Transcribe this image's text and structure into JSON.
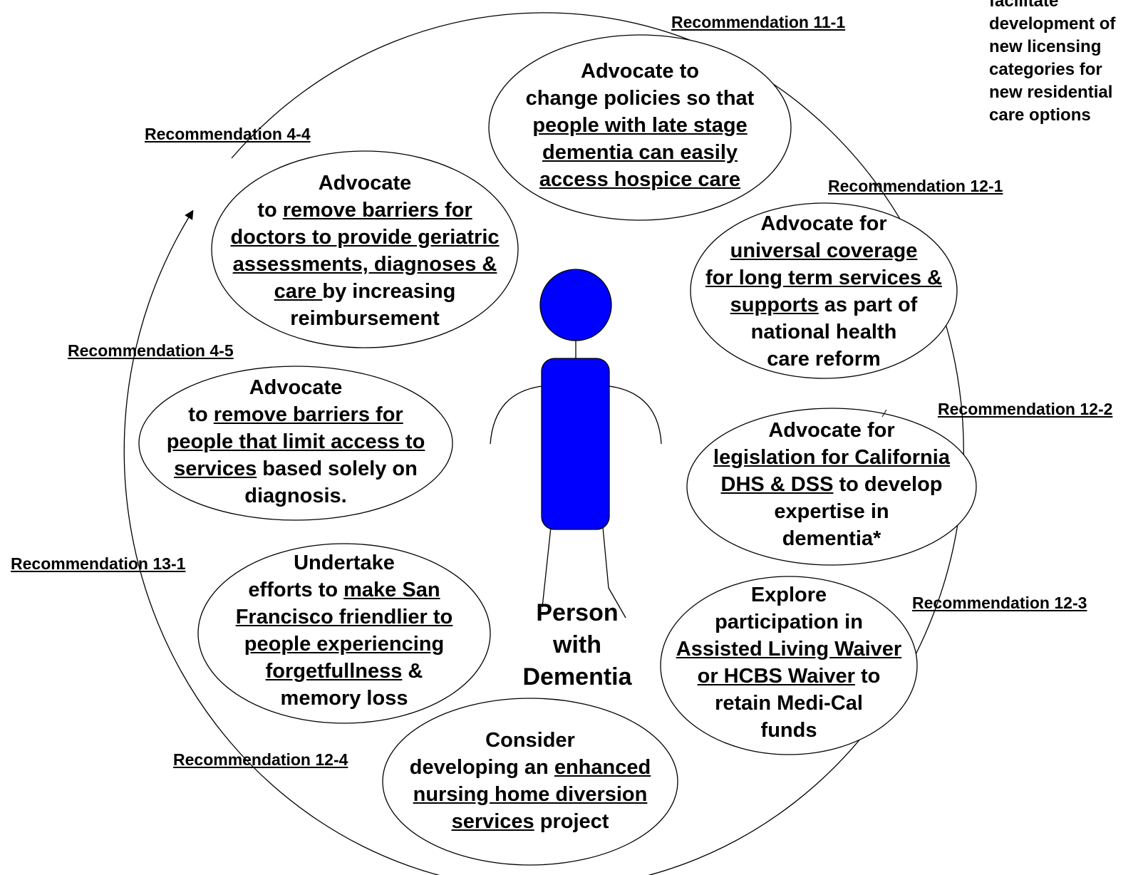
{
  "center": {
    "label_lines": [
      "Person",
      "with",
      "Dementia"
    ],
    "figure_color": "#0000ff"
  },
  "side_note": {
    "lines": [
      "facilitate",
      "development of",
      "new licensing",
      "categories for",
      "new residential",
      "care options"
    ]
  },
  "recommendations": [
    {
      "id": "rec-11-1",
      "label": "Recommendation 11-1"
    },
    {
      "id": "rec-4-4",
      "label": "Recommendation 4-4"
    },
    {
      "id": "rec-12-1",
      "label": "Recommendation 12-1"
    },
    {
      "id": "rec-4-5",
      "label": "Recommendation 4-5"
    },
    {
      "id": "rec-12-2",
      "label": "Recommendation 12-2"
    },
    {
      "id": "rec-13-1",
      "label": "Recommendation 13-1"
    },
    {
      "id": "rec-12-3",
      "label": "Recommendation 12-3"
    },
    {
      "id": "rec-12-4",
      "label": "Recommendation 12-4"
    }
  ],
  "bubbles": [
    {
      "id": "hospice",
      "lines": [
        [
          {
            "t": "Advocate to",
            "u": false
          }
        ],
        [
          {
            "t": "change policies so that",
            "u": false
          }
        ],
        [
          {
            "t": "people with late stage",
            "u": true
          }
        ],
        [
          {
            "t": "dementia can easily",
            "u": true
          }
        ],
        [
          {
            "t": "access hospice care",
            "u": true
          }
        ]
      ]
    },
    {
      "id": "doctors",
      "lines": [
        [
          {
            "t": "Advocate",
            "u": false
          }
        ],
        [
          {
            "t": "to ",
            "u": false
          },
          {
            "t": "remove barriers for",
            "u": true
          }
        ],
        [
          {
            "t": "doctors to provide geriatric",
            "u": true
          }
        ],
        [
          {
            "t": "assessments, diagnoses &",
            "u": true
          }
        ],
        [
          {
            "t": "care ",
            "u": true
          },
          {
            "t": "by increasing",
            "u": false
          }
        ],
        [
          {
            "t": "reimbursement",
            "u": false
          }
        ]
      ]
    },
    {
      "id": "coverage",
      "lines": [
        [
          {
            "t": "Advocate for",
            "u": false
          }
        ],
        [
          {
            "t": "universal coverage",
            "u": true
          }
        ],
        [
          {
            "t": "for long term services &",
            "u": true
          }
        ],
        [
          {
            "t": "supports",
            "u": true
          },
          {
            "t": " as part of",
            "u": false
          }
        ],
        [
          {
            "t": "national health",
            "u": false
          }
        ],
        [
          {
            "t": "care reform",
            "u": false
          }
        ]
      ]
    },
    {
      "id": "access",
      "lines": [
        [
          {
            "t": "Advocate",
            "u": false
          }
        ],
        [
          {
            "t": "to ",
            "u": false
          },
          {
            "t": "remove barriers for",
            "u": true
          }
        ],
        [
          {
            "t": "people that limit access to",
            "u": true
          }
        ],
        [
          {
            "t": "services",
            "u": true
          },
          {
            "t": " based solely on",
            "u": false
          }
        ],
        [
          {
            "t": "diagnosis.",
            "u": false
          }
        ]
      ]
    },
    {
      "id": "legislation",
      "lines": [
        [
          {
            "t": "Advocate for",
            "u": false
          }
        ],
        [
          {
            "t": "legislation for California",
            "u": true
          }
        ],
        [
          {
            "t": "DHS & DSS",
            "u": true
          },
          {
            "t": " to develop",
            "u": false
          }
        ],
        [
          {
            "t": "expertise in",
            "u": false
          }
        ],
        [
          {
            "t": "dementia*",
            "u": false
          }
        ]
      ]
    },
    {
      "id": "friendlier",
      "lines": [
        [
          {
            "t": "Undertake",
            "u": false
          }
        ],
        [
          {
            "t": "efforts to ",
            "u": false
          },
          {
            "t": "make San",
            "u": true
          }
        ],
        [
          {
            "t": "Francisco friendlier to",
            "u": true
          }
        ],
        [
          {
            "t": "people experiencing",
            "u": true
          }
        ],
        [
          {
            "t": "forgetfullness",
            "u": true
          },
          {
            "t": " &",
            "u": false
          }
        ],
        [
          {
            "t": "memory loss",
            "u": false
          }
        ]
      ]
    },
    {
      "id": "waiver",
      "lines": [
        [
          {
            "t": "Explore",
            "u": false
          }
        ],
        [
          {
            "t": "participation in",
            "u": false
          }
        ],
        [
          {
            "t": "Assisted Living Waiver",
            "u": true
          }
        ],
        [
          {
            "t": "or HCBS Waiver",
            "u": true
          },
          {
            "t": " to",
            "u": false
          }
        ],
        [
          {
            "t": "retain Medi-Cal",
            "u": false
          }
        ],
        [
          {
            "t": "funds",
            "u": false
          }
        ]
      ]
    },
    {
      "id": "diversion",
      "lines": [
        [
          {
            "t": "Consider",
            "u": false
          }
        ],
        [
          {
            "t": "developing an ",
            "u": false
          },
          {
            "t": "enhanced",
            "u": true
          }
        ],
        [
          {
            "t": "nursing home diversion",
            "u": true
          }
        ],
        [
          {
            "t": "services",
            "u": true
          },
          {
            "t": " project",
            "u": false
          }
        ]
      ]
    }
  ]
}
